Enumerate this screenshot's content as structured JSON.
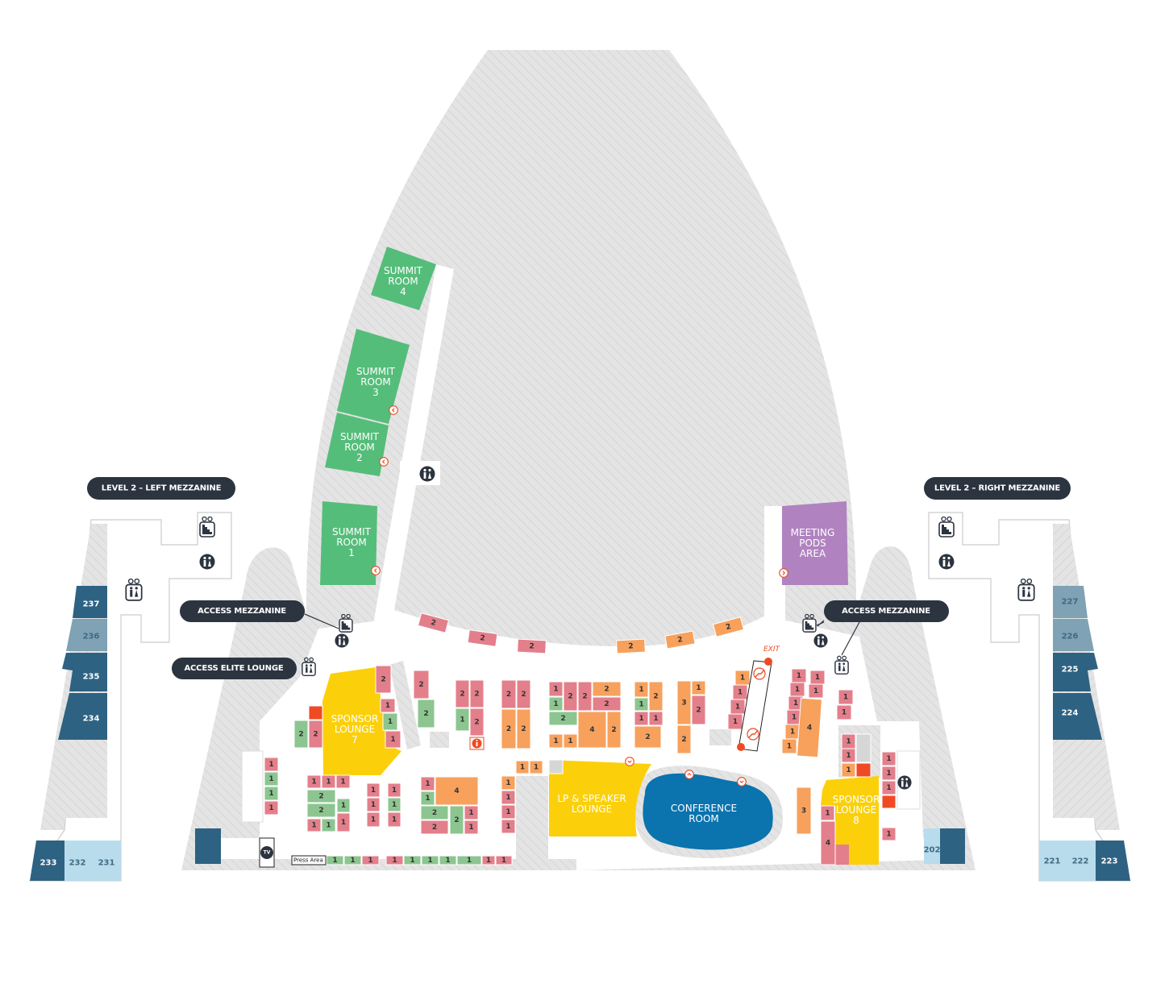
{
  "colors": {
    "booth_pink": "#e37f8b",
    "booth_green": "#8cc590",
    "booth_orange": "#f7a15d",
    "booth_red": "#ef4a24",
    "booth_gray": "#d6d6d6",
    "summit_green": "#55bd7a",
    "meeting_purple": "#b083c0",
    "lounge_yellow": "#fbd00b",
    "conference_blue": "#0b73ae",
    "suite_dark": "#2e6282",
    "suite_mid": "#7fa2b4",
    "suite_light": "#b9dcec",
    "pill": "#2c3440"
  },
  "labels": {
    "left_mezzanine": "LEVEL 2 – LEFT MEZZANINE",
    "right_mezzanine": "LEVEL 2 – RIGHT MEZZANINE",
    "access_mezzanine_left": "ACCESS MEZZANINE",
    "access_mezzanine_right": "ACCESS MEZZANINE",
    "access_elite_lounge": "ACCESS ELITE LOUNGE",
    "exit": "EXIT",
    "press_area": "Press Area",
    "tv": "TV"
  },
  "rooms": {
    "summit4": [
      "SUMMIT",
      "ROOM",
      "4"
    ],
    "summit3": [
      "SUMMIT",
      "ROOM",
      "3"
    ],
    "summit2": [
      "SUMMIT",
      "ROOM",
      "2"
    ],
    "summit1": [
      "SUMMIT",
      "ROOM",
      "1"
    ],
    "meeting_pods": [
      "MEETING",
      "PODS",
      "AREA"
    ],
    "sponsor7": [
      "SPONSOR",
      "LOUNGE",
      "7"
    ],
    "sponsor8": [
      "SPONSOR",
      "LOUNGE",
      "8"
    ],
    "lp_speaker": [
      "LP & SPEAKER",
      "LOUNGE"
    ],
    "conference": [
      "CONFERENCE",
      "ROOM"
    ]
  },
  "suites": {
    "s237": "237",
    "s236": "236",
    "s235": "235",
    "s234": "234",
    "s233": "233",
    "s232": "232",
    "s231": "231",
    "s202": "202",
    "s227": "227",
    "s226": "226",
    "s225": "225",
    "s224": "224",
    "s221": "221",
    "s222": "222",
    "s223": "223"
  },
  "booths": [
    {
      "label": "",
      "type": "red"
    },
    {
      "label": "2",
      "type": "green"
    },
    {
      "label": "2",
      "type": "pink"
    },
    {
      "label": "2",
      "type": "pink"
    },
    {
      "label": "1",
      "type": "pink"
    },
    {
      "label": "1",
      "type": "green"
    },
    {
      "label": "1",
      "type": "pink"
    },
    {
      "label": "2",
      "type": "pink"
    },
    {
      "label": "2",
      "type": "green"
    },
    {
      "label": "2",
      "type": "pink"
    },
    {
      "label": "2",
      "type": "pink"
    },
    {
      "label": "1",
      "type": "green"
    },
    {
      "label": "2",
      "type": "pink"
    },
    {
      "label": "2",
      "type": "pink"
    },
    {
      "label": "2",
      "type": "pink"
    },
    {
      "label": "2",
      "type": "orange"
    },
    {
      "label": "2",
      "type": "orange"
    },
    {
      "label": "1",
      "type": "pink"
    },
    {
      "label": "2",
      "type": "pink"
    },
    {
      "label": "2",
      "type": "pink"
    },
    {
      "label": "2",
      "type": "orange"
    },
    {
      "label": "2",
      "type": "pink"
    },
    {
      "label": "1",
      "type": "green"
    },
    {
      "label": "2",
      "type": "green"
    },
    {
      "label": "4",
      "type": "orange"
    },
    {
      "label": "2",
      "type": "orange"
    },
    {
      "label": "1",
      "type": "orange"
    },
    {
      "label": "1",
      "type": "orange"
    },
    {
      "label": "1",
      "type": "orange"
    },
    {
      "label": "2",
      "type": "orange"
    },
    {
      "label": "1",
      "type": "green"
    },
    {
      "label": "1",
      "type": "pink"
    },
    {
      "label": "1",
      "type": "pink"
    },
    {
      "label": "2",
      "type": "orange"
    },
    {
      "label": "3",
      "type": "orange"
    },
    {
      "label": "1",
      "type": "orange"
    },
    {
      "label": "2",
      "type": "pink"
    },
    {
      "label": "2",
      "type": "orange"
    },
    {
      "label": "1",
      "type": "orange"
    },
    {
      "label": "1",
      "type": "pink"
    },
    {
      "label": "1",
      "type": "pink"
    },
    {
      "label": "1",
      "type": "pink"
    },
    {
      "label": "1",
      "type": "pink"
    },
    {
      "label": "1",
      "type": "pink"
    },
    {
      "label": "1",
      "type": "pink"
    },
    {
      "label": "1",
      "type": "pink"
    },
    {
      "label": "1",
      "type": "orange"
    },
    {
      "label": "1",
      "type": "orange"
    },
    {
      "label": "1",
      "type": "pink"
    },
    {
      "label": "1",
      "type": "pink"
    },
    {
      "label": "4",
      "type": "orange"
    },
    {
      "label": "1",
      "type": "pink"
    },
    {
      "label": "1",
      "type": "pink"
    },
    {
      "label": "1",
      "type": "pink"
    },
    {
      "label": "1",
      "type": "pink"
    },
    {
      "label": "1",
      "type": "orange"
    },
    {
      "label": "",
      "type": "gray"
    },
    {
      "label": "",
      "type": "red"
    },
    {
      "label": "1",
      "type": "pink"
    },
    {
      "label": "1",
      "type": "pink"
    },
    {
      "label": "1",
      "type": "pink"
    },
    {
      "label": "",
      "type": "red"
    },
    {
      "label": "1",
      "type": "pink"
    },
    {
      "label": "3",
      "type": "orange"
    },
    {
      "label": "1",
      "type": "pink"
    },
    {
      "label": "4",
      "type": "pink"
    },
    {
      "label": "1",
      "type": "orange"
    },
    {
      "label": "1",
      "type": "orange"
    },
    {
      "label": "",
      "type": "gray"
    },
    {
      "label": "1",
      "type": "pink"
    },
    {
      "label": "1",
      "type": "pink"
    },
    {
      "label": "1",
      "type": "pink"
    },
    {
      "label": "2",
      "type": "green"
    },
    {
      "label": "2",
      "type": "green"
    },
    {
      "label": "1",
      "type": "green"
    },
    {
      "label": "1",
      "type": "pink"
    },
    {
      "label": "1",
      "type": "green"
    },
    {
      "label": "1",
      "type": "pink"
    },
    {
      "label": "1",
      "type": "pink"
    },
    {
      "label": "1",
      "type": "pink"
    },
    {
      "label": "1",
      "type": "pink"
    },
    {
      "label": "1",
      "type": "pink"
    },
    {
      "label": "1",
      "type": "green"
    },
    {
      "label": "1",
      "type": "pink"
    },
    {
      "label": "1",
      "type": "pink"
    },
    {
      "label": "1",
      "type": "green"
    },
    {
      "label": "4",
      "type": "orange"
    },
    {
      "label": "2",
      "type": "green"
    },
    {
      "label": "2",
      "type": "pink"
    },
    {
      "label": "2",
      "type": "green"
    },
    {
      "label": "1",
      "type": "pink"
    },
    {
      "label": "1",
      "type": "pink"
    },
    {
      "label": "1",
      "type": "orange"
    },
    {
      "label": "1",
      "type": "pink"
    },
    {
      "label": "1",
      "type": "pink"
    },
    {
      "label": "1",
      "type": "pink"
    },
    {
      "label": "1",
      "type": "pink"
    },
    {
      "label": "1",
      "type": "green"
    },
    {
      "label": "1",
      "type": "green"
    },
    {
      "label": "1",
      "type": "pink"
    },
    {
      "label": "1",
      "type": "green"
    },
    {
      "label": "1",
      "type": "green"
    },
    {
      "label": "1",
      "type": "pink"
    },
    {
      "label": "1",
      "type": "pink"
    },
    {
      "label": "1",
      "type": "green"
    },
    {
      "label": "1",
      "type": "green"
    },
    {
      "label": "1",
      "type": "green"
    },
    {
      "label": "1",
      "type": "green"
    },
    {
      "label": "1",
      "type": "pink"
    },
    {
      "label": "1",
      "type": "pink"
    },
    {
      "label": "2",
      "type": "pink"
    },
    {
      "label": "2",
      "type": "pink"
    },
    {
      "label": "2",
      "type": "pink"
    },
    {
      "label": "2",
      "type": "orange"
    },
    {
      "label": "2",
      "type": "orange"
    },
    {
      "label": "2",
      "type": "orange"
    }
  ]
}
